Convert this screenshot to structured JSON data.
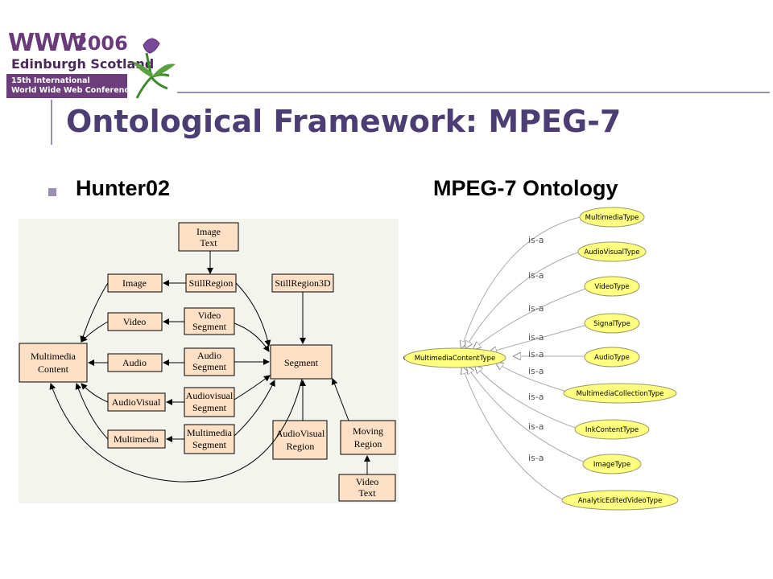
{
  "logo": {
    "www": "WWW",
    "year": "2006",
    "city": "Edinburgh Scotland",
    "conference_line1": "15th International",
    "conference_line2": "World Wide Web Conference"
  },
  "title": "Ontological Framework: MPEG-7",
  "subtitle_left": "Hunter02",
  "subtitle_right": "MPEG-7 Ontology",
  "hunter_diagram": {
    "image_text": [
      "Image",
      "Text"
    ],
    "still_region": "StillRegion",
    "still_region_3d": "StillRegion3D",
    "image": "Image",
    "video": "Video",
    "video_segment": [
      "Video",
      "Segment"
    ],
    "multimedia_content": [
      "Multimedia",
      "Content"
    ],
    "audio": "Audio",
    "audio_segment": [
      "Audio",
      "Segment"
    ],
    "segment": "Segment",
    "audiovisual": "AudioVisual",
    "audiovisual_segment": [
      "Audiovisual",
      "Segment"
    ],
    "multimedia": "Multimedia",
    "multimedia_segment": [
      "Multimedia",
      "Segment"
    ],
    "audiovisual_region": [
      "AudioVisual",
      "Region"
    ],
    "moving_region": [
      "Moving",
      "Region"
    ],
    "video_text": [
      "Video",
      "Text"
    ]
  },
  "mpeg7_ontology": {
    "root": "MultimediaContentType",
    "relation_label": "is-a",
    "children": [
      "MultimediaType",
      "AudioVisualType",
      "VideoType",
      "SignalType",
      "AudioType",
      "MultimediaCollectionType",
      "InkContentType",
      "ImageType",
      "AnalyticEditedVideoType"
    ]
  }
}
